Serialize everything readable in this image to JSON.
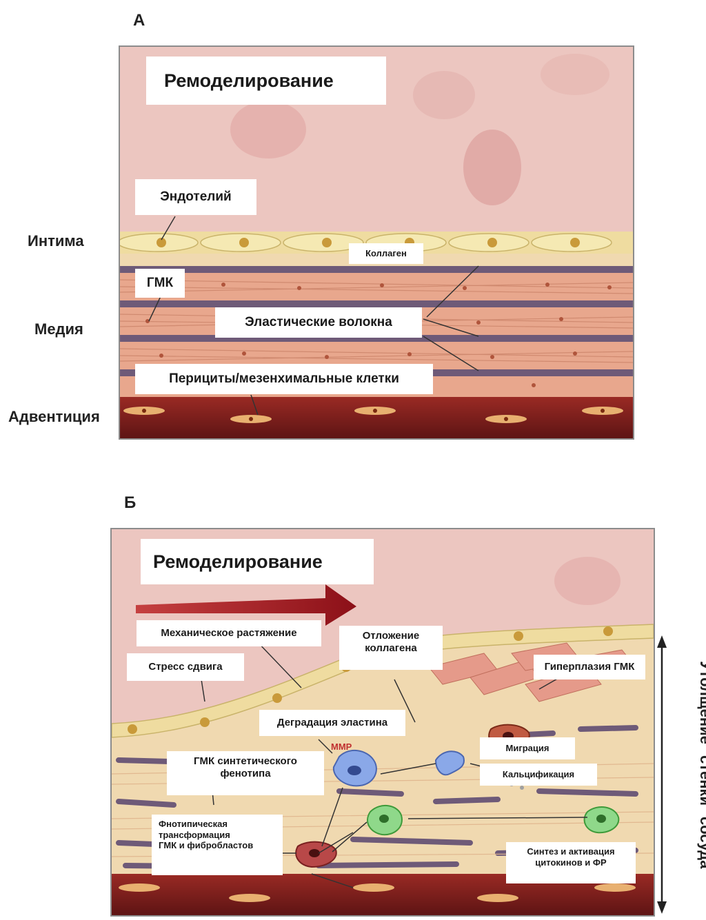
{
  "panel_a": {
    "letter": "А",
    "title": "Ремоделирование",
    "labels": {
      "endothelium": "Эндотелий",
      "collagen": "Коллаген",
      "smc": "ГМК",
      "elastic_fibers": "Эластические волокна",
      "pericytes": "Перициты/мезенхимальные клетки"
    },
    "layers": {
      "intima": "Интима",
      "media": "Медия",
      "adventitia": "Адвентиция"
    }
  },
  "panel_b": {
    "letter": "Б",
    "title": "Ремоделирование",
    "labels": {
      "mech_stretch": "Механическое растяжение",
      "shear_stress": "Стресс сдвига",
      "collagen_deposition_1": "Отложение",
      "collagen_deposition_2": "коллагена",
      "smc_hyperplasia": "Гиперплазия ГМК",
      "elastin_degradation": "Деградация эластина",
      "migration": "Миграция",
      "calcification": "Кальцификация",
      "synthetic_smc_1": "ГМК синтетического",
      "synthetic_smc_2": "фенотипа",
      "phenotypic_1": "Фнотипическая",
      "phenotypic_2": "трансформация",
      "phenotypic_3": "ГМК и фибробластов",
      "cytokines_1": "Синтез и активация",
      "cytokines_2": "цитокинов и ФР",
      "mmp": "MMP"
    },
    "side_text": [
      "Утолщение",
      "стенки",
      "сосуда"
    ]
  },
  "colors": {
    "lumen": "#ecc6c0",
    "endothelium": "#f3e6a6",
    "smc": "#e8a78d",
    "elastic": "#6e5a78",
    "adventitia": "#8a1e1e",
    "arrow": "#b01c24"
  }
}
